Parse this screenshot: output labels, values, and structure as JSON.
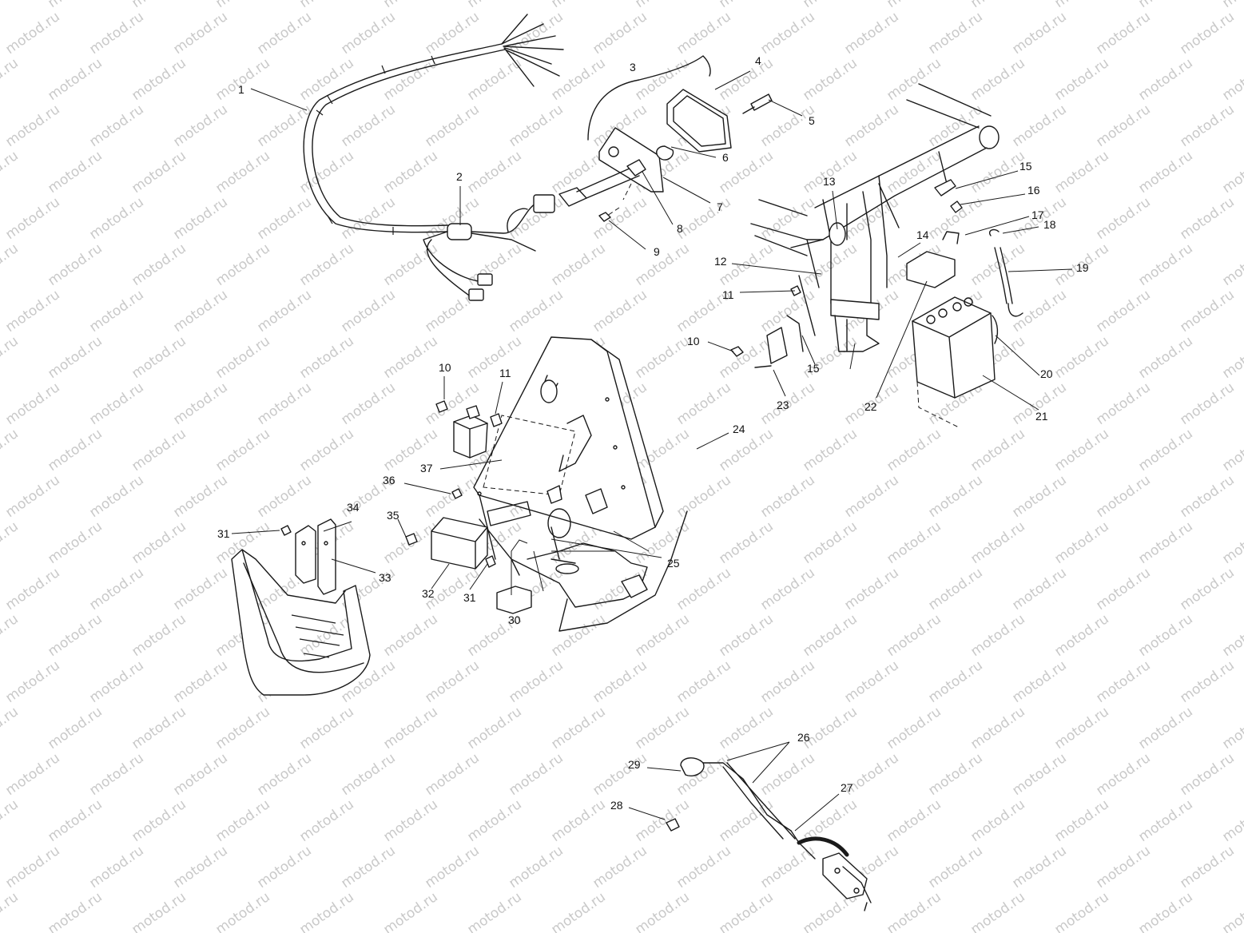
{
  "watermark": {
    "text": "motod.ru"
  },
  "callouts": [
    {
      "text": "1"
    },
    {
      "text": "2"
    },
    {
      "text": "3"
    },
    {
      "text": "4"
    },
    {
      "text": "5"
    },
    {
      "text": "6"
    },
    {
      "text": "7"
    },
    {
      "text": "8"
    },
    {
      "text": "9"
    },
    {
      "text": "10"
    },
    {
      "text": "10"
    },
    {
      "text": "11"
    },
    {
      "text": "11"
    },
    {
      "text": "12"
    },
    {
      "text": "13"
    },
    {
      "text": "14"
    },
    {
      "text": "15"
    },
    {
      "text": "15"
    },
    {
      "text": "16"
    },
    {
      "text": "17"
    },
    {
      "text": "18"
    },
    {
      "text": "19"
    },
    {
      "text": "20"
    },
    {
      "text": "21"
    },
    {
      "text": "22"
    },
    {
      "text": "23"
    },
    {
      "text": "24"
    },
    {
      "text": "25"
    },
    {
      "text": "26"
    },
    {
      "text": "27"
    },
    {
      "text": "28"
    },
    {
      "text": "29"
    },
    {
      "text": "30"
    },
    {
      "text": "31"
    },
    {
      "text": "31"
    },
    {
      "text": "32"
    },
    {
      "text": "33"
    },
    {
      "text": "34"
    },
    {
      "text": "35"
    },
    {
      "text": "36"
    },
    {
      "text": "37"
    }
  ]
}
